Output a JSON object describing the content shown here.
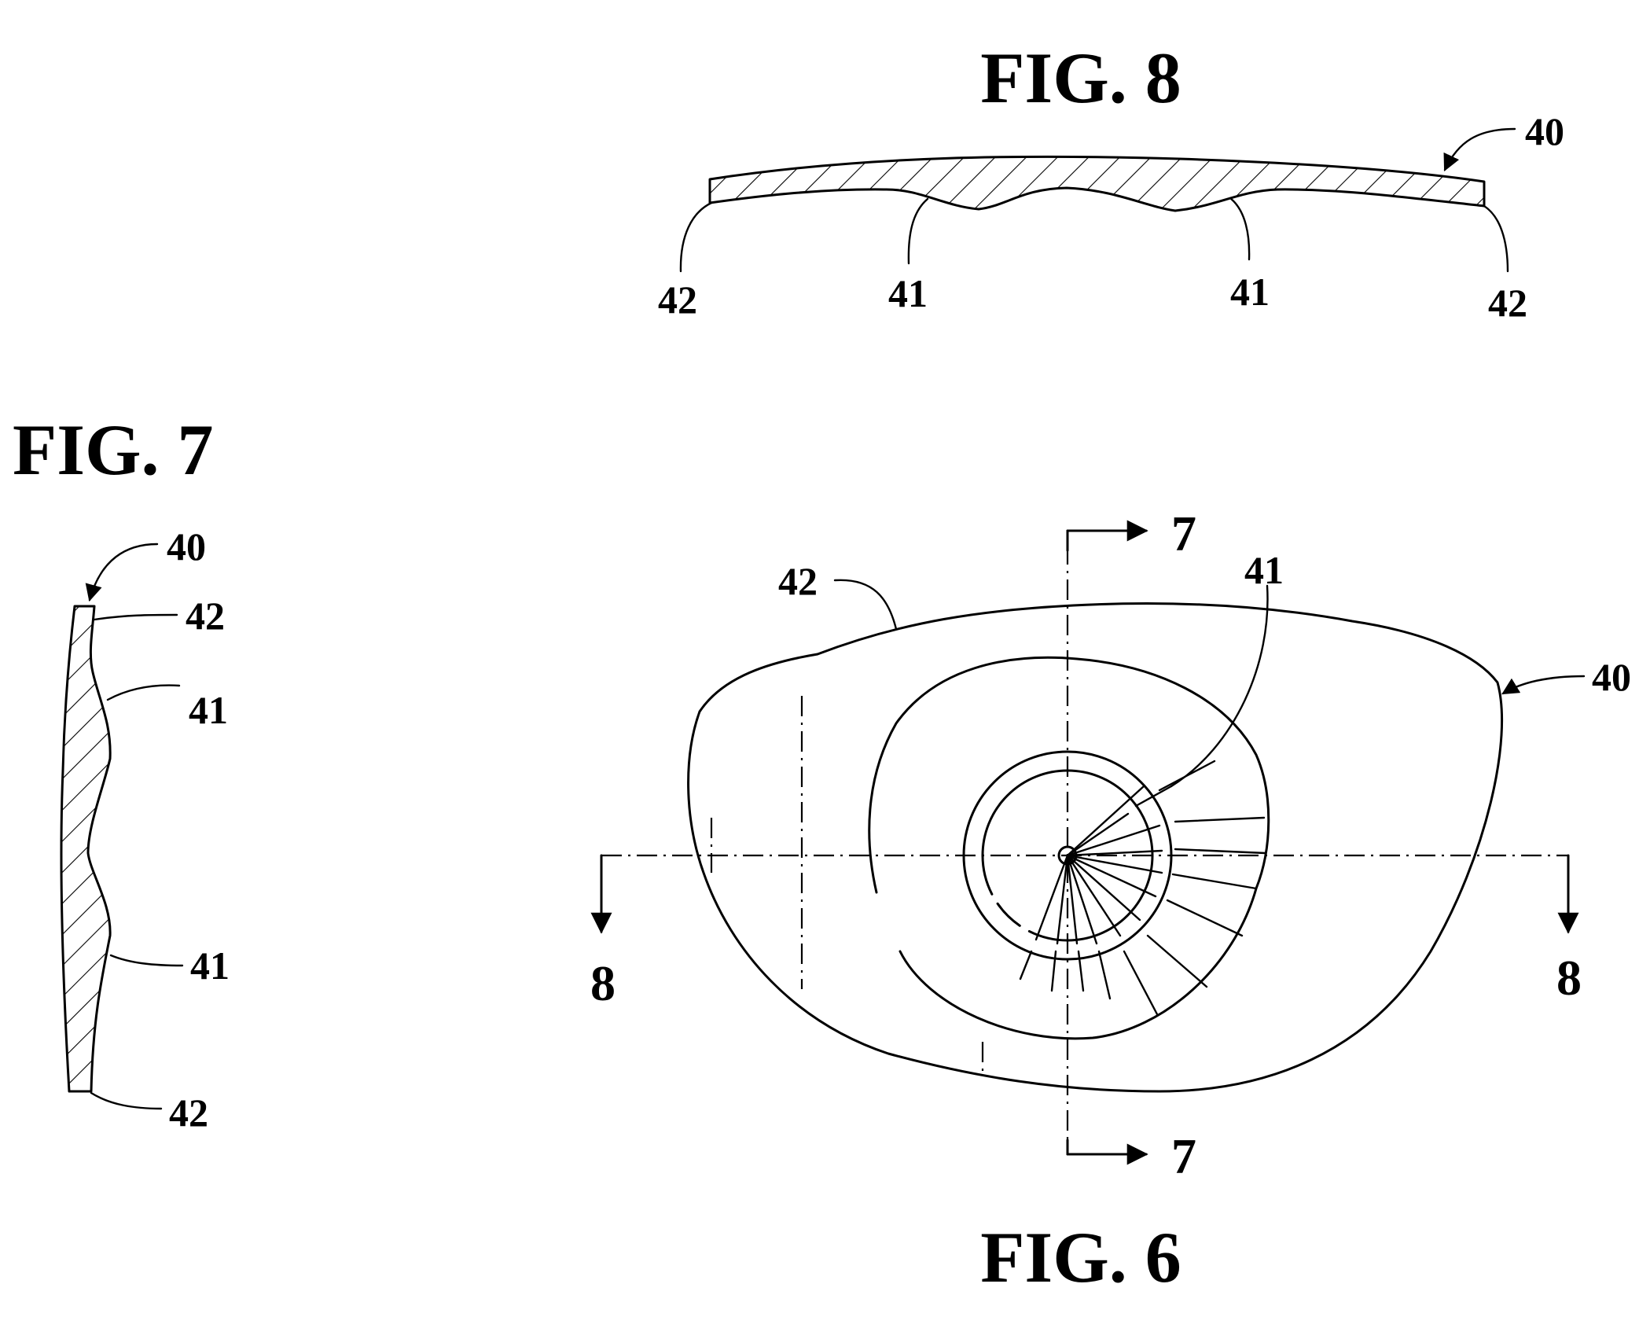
{
  "figures": {
    "fig8": {
      "title": "FIG. 8",
      "labels": {
        "part": "40",
        "groove_a": "41",
        "groove_b": "41",
        "edge_a": "42",
        "edge_b": "42"
      }
    },
    "fig7": {
      "title": "FIG. 7",
      "labels": {
        "part": "40",
        "edge_top": "42",
        "groove_top": "41",
        "groove_bottom": "41",
        "edge_bottom": "42"
      }
    },
    "fig6": {
      "title": "FIG. 6",
      "labels": {
        "edge": "42",
        "groove": "41",
        "part": "40"
      },
      "section_markers": {
        "top": "7",
        "bottom": "7",
        "left": "8",
        "right": "8"
      }
    }
  }
}
